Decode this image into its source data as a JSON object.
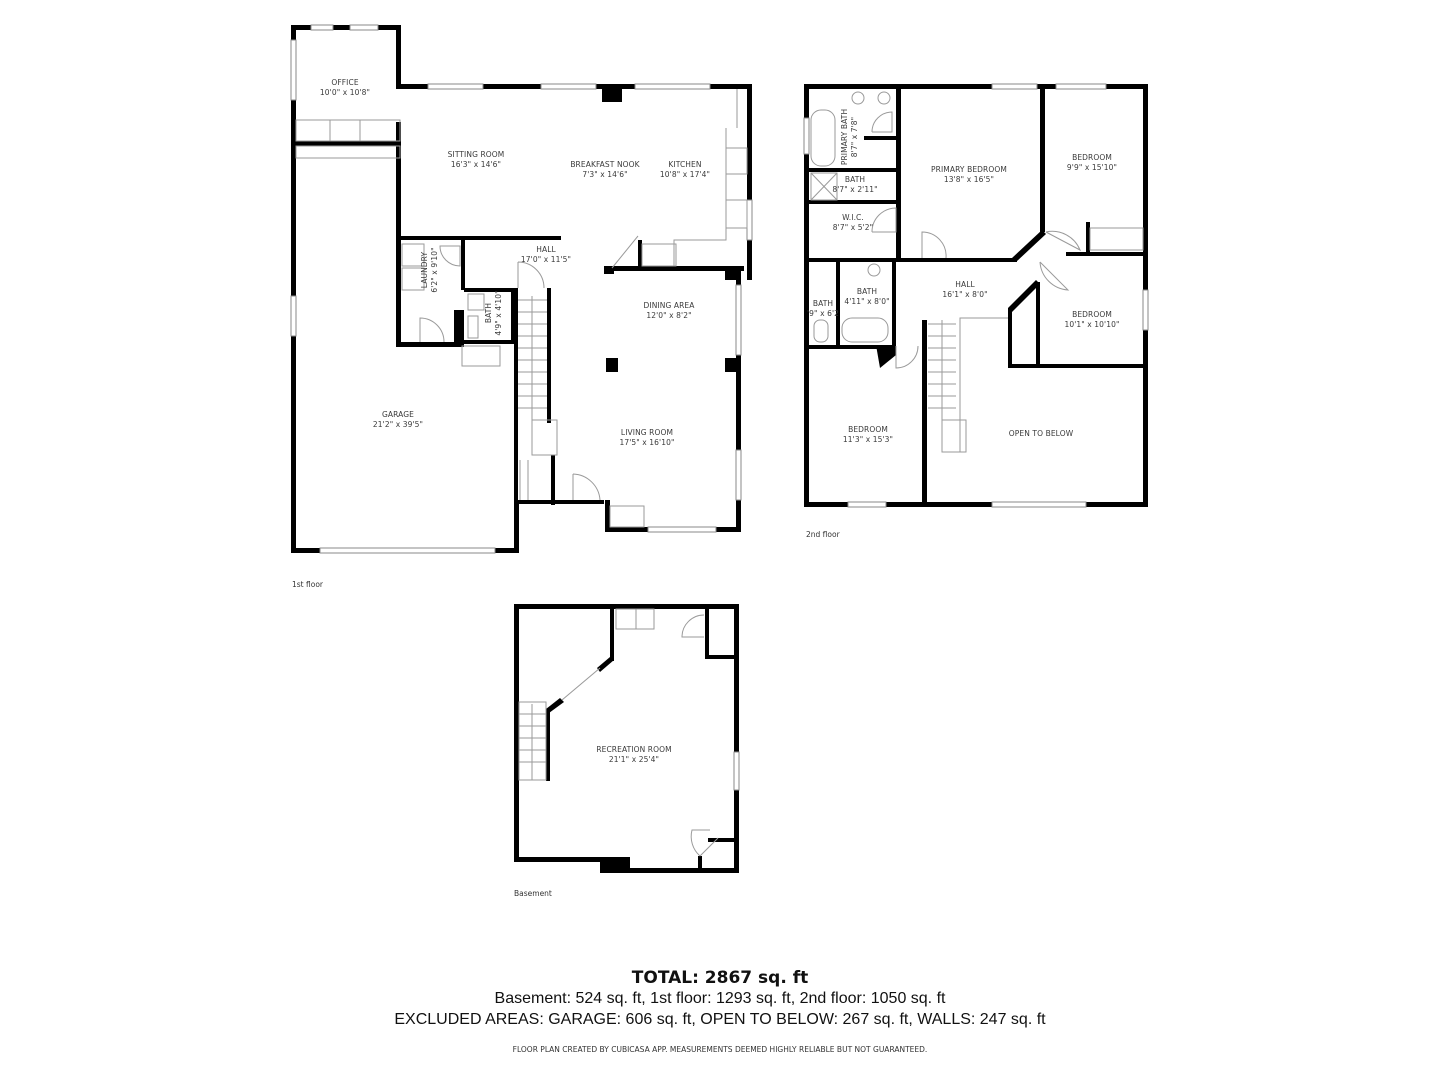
{
  "floors": {
    "first": {
      "label": "1st floor",
      "rooms": [
        {
          "name": "OFFICE",
          "dims": "10'0\" x 10'8\""
        },
        {
          "name": "SITTING ROOM",
          "dims": "16'3\" x 14'6\""
        },
        {
          "name": "BREAKFAST NOOK",
          "dims": "7'3\" x 14'6\""
        },
        {
          "name": "KITCHEN",
          "dims": "10'8\" x 17'4\""
        },
        {
          "name": "HALL",
          "dims": "17'0\" x 11'5\""
        },
        {
          "name": "LAUNDRY",
          "dims": "6'2\" x 9'10\""
        },
        {
          "name": "BATH",
          "dims": "4'9\" x 4'10\""
        },
        {
          "name": "DINING AREA",
          "dims": "12'0\" x 8'2\""
        },
        {
          "name": "GARAGE",
          "dims": "21'2\" x 39'5\""
        },
        {
          "name": "LIVING ROOM",
          "dims": "17'5\" x 16'10\""
        }
      ]
    },
    "second": {
      "label": "2nd floor",
      "rooms": [
        {
          "name": "PRIMARY BATH",
          "dims": "8'7\" x 7'8\""
        },
        {
          "name": "BATH",
          "dims": "8'7\" x 2'11\""
        },
        {
          "name": "W.I.C.",
          "dims": "8'7\" x 5'2\""
        },
        {
          "name": "PRIMARY BEDROOM",
          "dims": "13'8\" x 16'5\""
        },
        {
          "name": "BEDROOM",
          "dims": "9'9\" x 15'10\""
        },
        {
          "name": "BATH",
          "dims": "4'11\" x 8'0\""
        },
        {
          "name": "BATH",
          "dims": "'9\" x 6'2"
        },
        {
          "name": "HALL",
          "dims": "16'1\" x 8'0\""
        },
        {
          "name": "BEDROOM",
          "dims": "10'1\" x 10'10\""
        },
        {
          "name": "BEDROOM",
          "dims": "11'3\" x 15'3\""
        },
        {
          "name": "OPEN TO BELOW",
          "dims": ""
        }
      ]
    },
    "basement": {
      "label": "Basement",
      "rooms": [
        {
          "name": "RECREATION ROOM",
          "dims": "21'1\" x 25'4\""
        }
      ]
    }
  },
  "summary": {
    "total": "TOTAL: 2867 sq. ft",
    "breakdown": "Basement: 524 sq. ft, 1st floor: 1293 sq. ft, 2nd floor: 1050 sq. ft",
    "excluded": "EXCLUDED AREAS: GARAGE: 606 sq. ft, OPEN TO BELOW: 267 sq. ft, WALLS: 247 sq. ft",
    "disclaimer": "FLOOR PLAN CREATED BY CUBICASA APP. MEASUREMENTS DEEMED HIGHLY RELIABLE BUT NOT GUARANTEED."
  },
  "colors": {
    "wall": "#000000",
    "fixture_line": "#9a9a9a",
    "text": "#333333"
  }
}
